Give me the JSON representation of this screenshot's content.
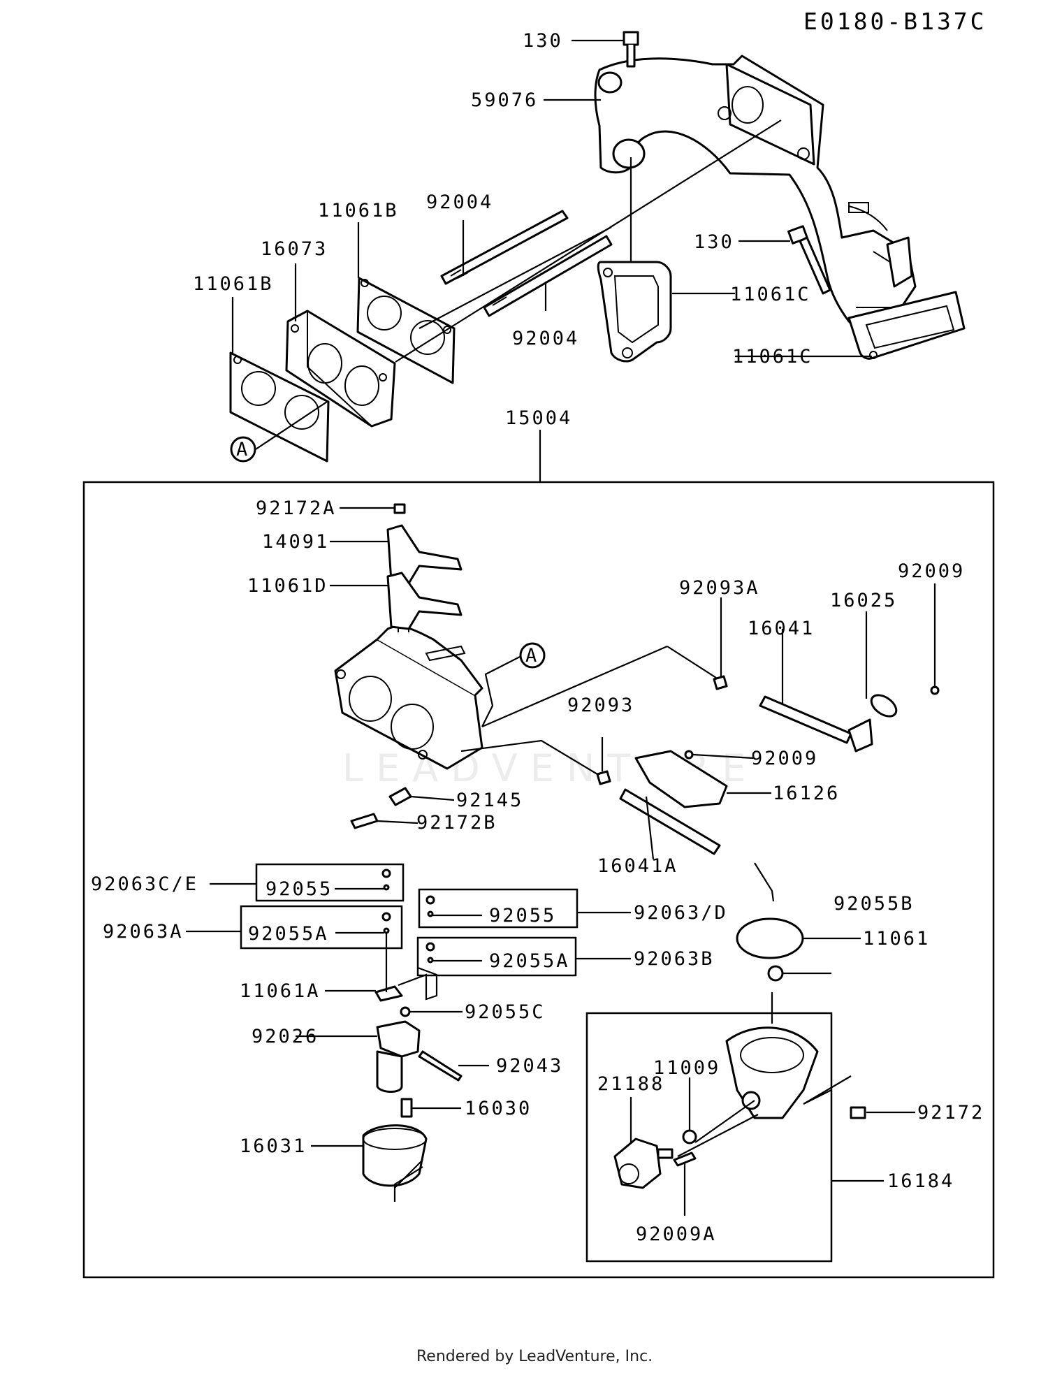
{
  "diagram_code": "E0180-B137C",
  "footer": "Rendered by LeadVenture, Inc.",
  "watermark": "LEADVENTURE",
  "callouts": {
    "circle_a_top": "A",
    "circle_a_body": "A"
  },
  "labels": {
    "p130_top": "130",
    "p59076": "59076",
    "p11061B_a": "11061B",
    "p92004_a": "92004",
    "p16073": "16073",
    "p11061B_b": "11061B",
    "p130_mid": "130",
    "p92004_b": "92004",
    "p11061C_a": "11061C",
    "p11061C_b": "11061C",
    "p15004": "15004",
    "p92172A": "92172A",
    "p14091": "14091",
    "p11061D": "11061D",
    "p92093A": "92093A",
    "p92009_a": "92009",
    "p16025": "16025",
    "p16041": "16041",
    "p92093": "92093",
    "p92009_b": "92009",
    "p16126": "16126",
    "p92145": "92145",
    "p92172B": "92172B",
    "p16041A": "16041A",
    "p92063CE": "92063C/E",
    "p92055_a": "92055",
    "p92055_b": "92055",
    "p92063D": "92063/D",
    "p92055B": "92055B",
    "p92063A": "92063A",
    "p92055A_a": "92055A",
    "p11061": "11061",
    "p92055A_b": "92055A",
    "p92063B": "92063B",
    "p11061A": "11061A",
    "p92055C": "92055C",
    "p92026": "92026",
    "p92043": "92043",
    "p16030": "16030",
    "p16031": "16031",
    "p11009": "11009",
    "p21188": "21188",
    "p92172": "92172",
    "p16184": "16184",
    "p92009A": "92009A"
  }
}
